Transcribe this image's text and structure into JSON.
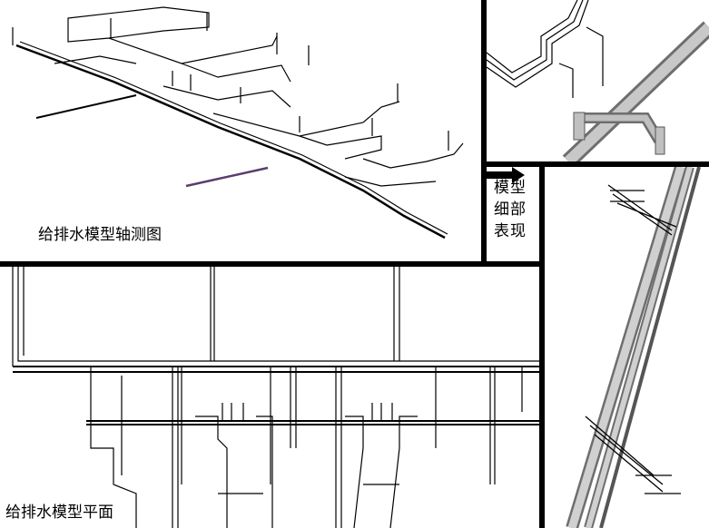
{
  "panels": {
    "isometric": {
      "caption": "给排水模型轴测图"
    },
    "plan": {
      "caption": "给排水模型平面"
    },
    "note": {
      "lines": [
        "模型",
        "细部",
        "表现"
      ],
      "arrow_icon": "right-arrow-icon"
    }
  },
  "colors": {
    "line": "#000000",
    "pipe": "#b0b0b0",
    "pipe_dark": "#6e6e6e",
    "accent_line": "#5a3d6e"
  }
}
